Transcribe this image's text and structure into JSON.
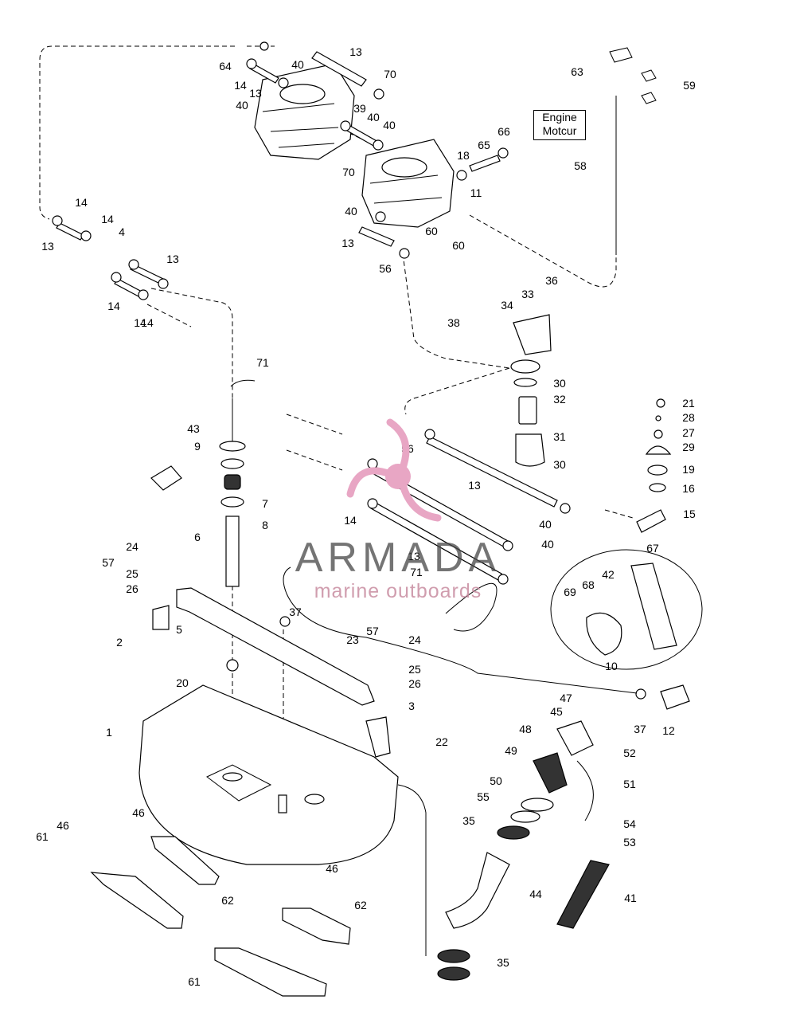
{
  "diagram": {
    "callouts": [
      "64",
      "13",
      "14",
      "13",
      "40",
      "70",
      "40",
      "39",
      "40",
      "40",
      "66",
      "65",
      "18",
      "70",
      "11",
      "40",
      "60",
      "60",
      "13",
      "56",
      "14",
      "14",
      "13",
      "4",
      "14",
      "13",
      "14",
      "14",
      "63",
      "59",
      "58",
      "36",
      "33",
      "34",
      "38",
      "30",
      "32",
      "31",
      "30",
      "21",
      "28",
      "27",
      "29",
      "19",
      "16",
      "15",
      "71",
      "43",
      "9",
      "7",
      "8",
      "6",
      "56",
      "13",
      "14",
      "40",
      "40",
      "13",
      "71",
      "67",
      "42",
      "68",
      "69",
      "24",
      "57",
      "25",
      "26",
      "2",
      "5",
      "37",
      "23",
      "57",
      "24",
      "25",
      "26",
      "20",
      "3",
      "22",
      "10",
      "37",
      "12",
      "47",
      "45",
      "48",
      "52",
      "49",
      "51",
      "50",
      "55",
      "54",
      "53",
      "35",
      "44",
      "41",
      "35",
      "1",
      "46",
      "46",
      "61",
      "62",
      "46",
      "62",
      "61"
    ],
    "engine_label_line1": "Engine",
    "engine_label_line2": "Motcur"
  },
  "watermark": {
    "brand": "ARMADA",
    "tagline": "marine outboards",
    "logo_color": "#e8a6c4",
    "text_color": "#4a4a4a"
  }
}
